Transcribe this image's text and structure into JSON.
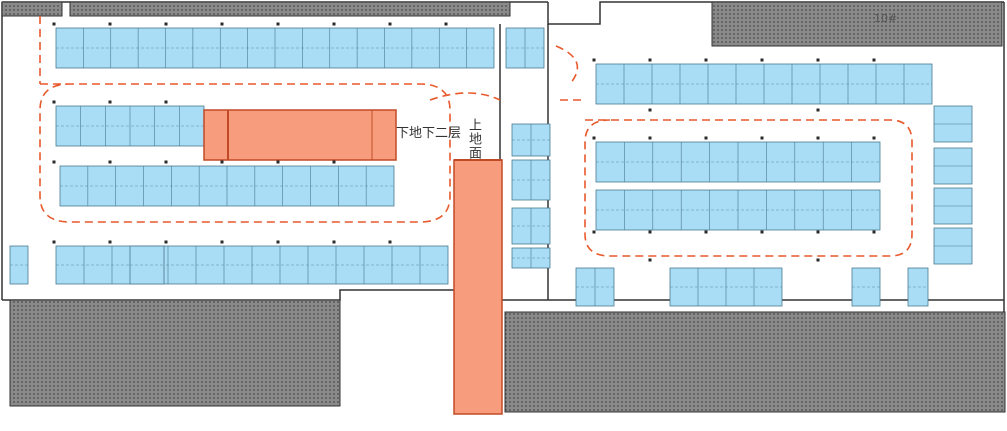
{
  "plan": {
    "ramp_labels": {
      "down_to_b2": "下地下二层",
      "up_to_ground": "上地面"
    },
    "corner_mark": "10#"
  },
  "colors": {
    "parking_fill": "#a9dcf5",
    "parking_stroke": "#4a7a90",
    "ramp_fill": "#f79d7e",
    "ramp_stroke": "#c04a26",
    "drive_lane": "#e8592c",
    "building_fill": "#6e6e6e",
    "wall": "#333333",
    "column": "#2a2a2a"
  }
}
